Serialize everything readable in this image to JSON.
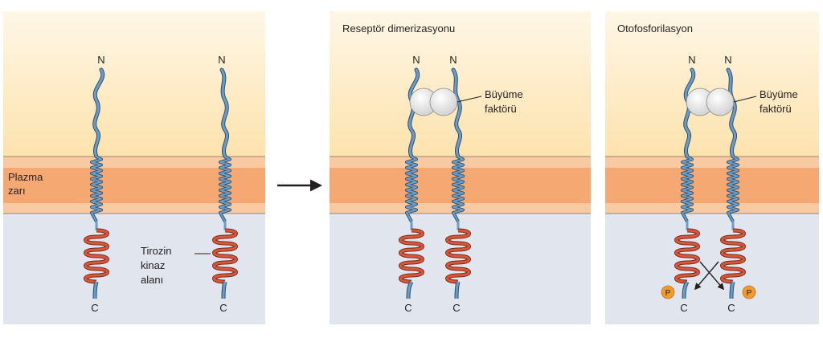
{
  "panels": [
    {
      "title": "",
      "receptors": [
        {
          "n_label": "N",
          "c_label": "C"
        },
        {
          "n_label": "N",
          "c_label": "C"
        }
      ],
      "membrane_label_line1": "Plazma",
      "membrane_label_line2": "zarı",
      "kinase_label_line1": "Tirozin",
      "kinase_label_line2": "kinaz",
      "kinase_label_line3": "alanı"
    },
    {
      "title": "Reseptör dimerizasyonu",
      "receptors": [
        {
          "n_label": "N",
          "c_label": "C"
        },
        {
          "n_label": "N",
          "c_label": "C"
        }
      ],
      "ligand_label_line1": "Büyüme",
      "ligand_label_line2": "faktörü"
    },
    {
      "title": "Otofosforilasyon",
      "receptors": [
        {
          "n_label": "N",
          "c_label": "C"
        },
        {
          "n_label": "N",
          "c_label": "C"
        }
      ],
      "ligand_label_line1": "Büyüme",
      "ligand_label_line2": "faktörü",
      "phosphate_label": "P"
    }
  ],
  "colors": {
    "extracellular": "#fdebc4",
    "membrane_outer": "#f9c9a0",
    "membrane_core": "#f6a872",
    "cytoplasm": "#e1e5ee",
    "receptor_blue": "#6b9dc7",
    "kinase_red": "#d9573a",
    "phosphate": "#f39a2c",
    "ligand": "#ececec"
  }
}
